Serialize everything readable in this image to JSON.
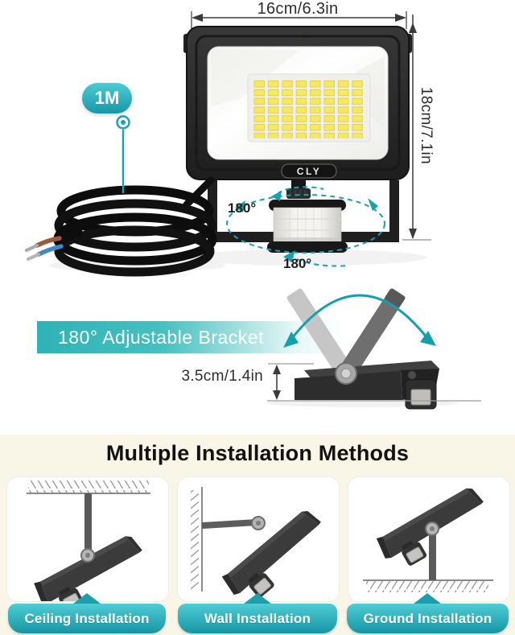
{
  "product": {
    "brand": "CLY",
    "cable_length_badge": "1M",
    "width_dimension": "16cm/6.3in",
    "height_dimension": "18cm/7.1in",
    "sensor_rotation_left": "180°",
    "sensor_rotation_bottom": "180°"
  },
  "bracket_section": {
    "banner_label": "180° Adjustable Bracket",
    "height_dimension": "3.5cm/1.4in"
  },
  "installation_section": {
    "heading": "Multiple Installation Methods",
    "methods": [
      {
        "label": "Ceiling Installation"
      },
      {
        "label": "Wall Installation"
      },
      {
        "label": "Ground Installation"
      }
    ]
  },
  "colors": {
    "accent_teal": "#1ba4b0",
    "accent_teal_light": "#4ecdd6",
    "accent_teal_dark": "#1795a4",
    "bottom_background": "#faf6e7",
    "led_yellow": "#f7e95e"
  }
}
